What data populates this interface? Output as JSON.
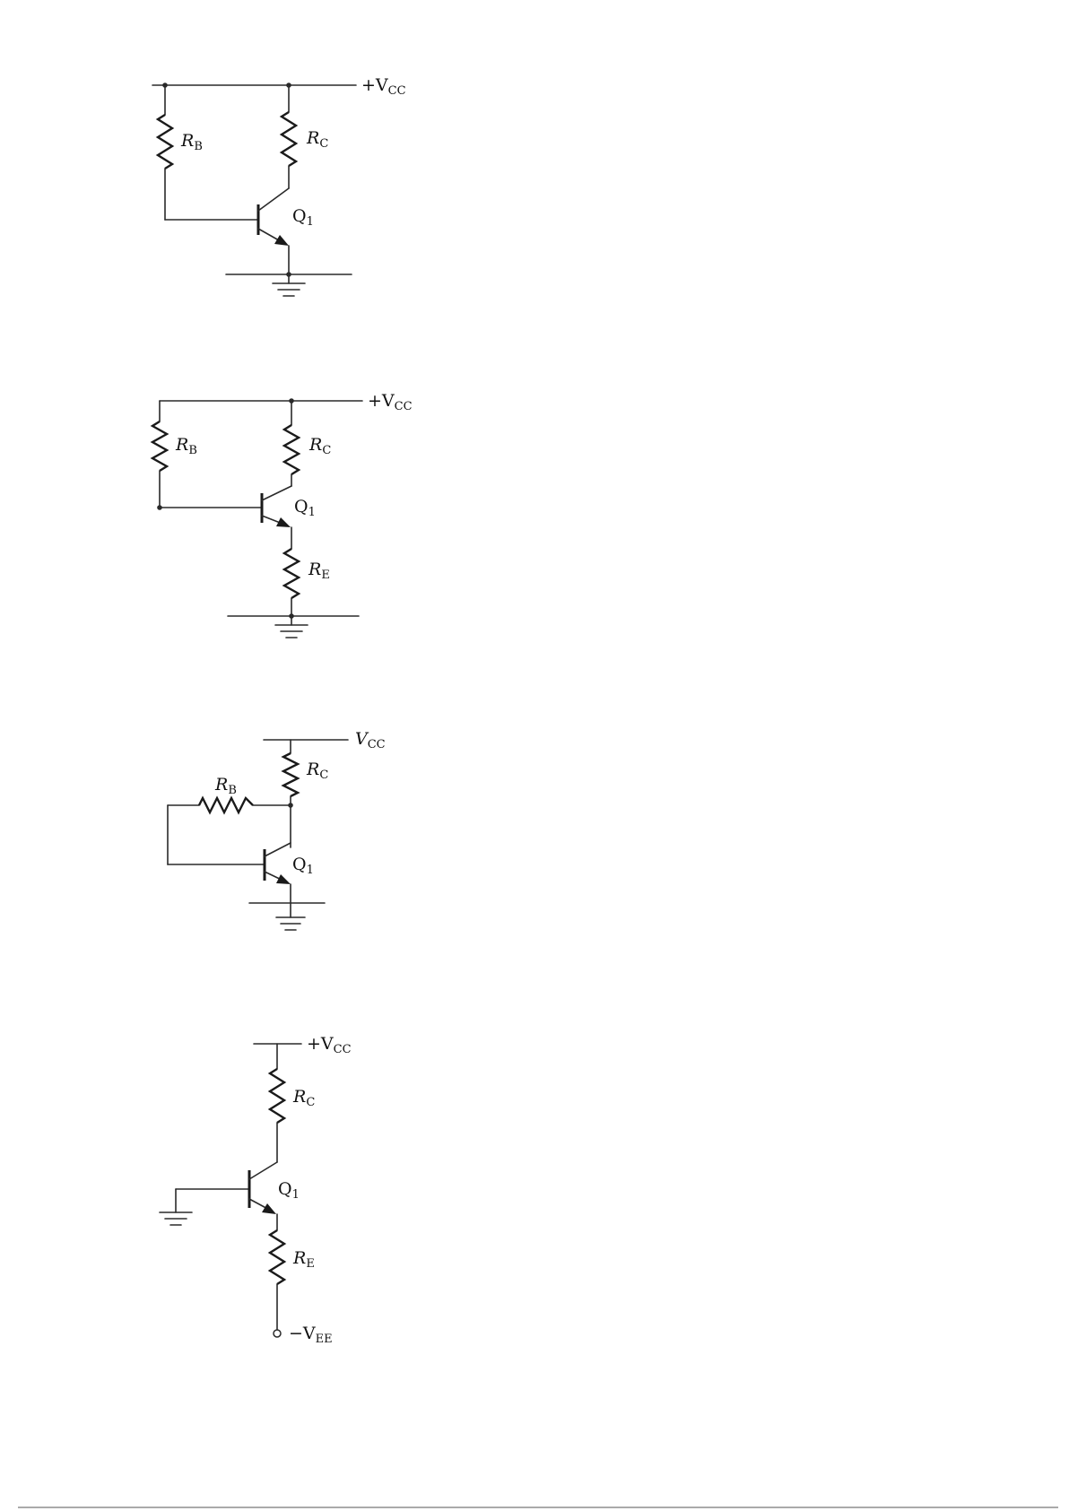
{
  "circuits": [
    {
      "id": "fixed-bias",
      "labels": {
        "supply": "+V",
        "supply_sub": "CC",
        "rb": "R",
        "rb_sub": "B",
        "rc": "R",
        "rc_sub": "C",
        "q": "Q",
        "q_sub": "1"
      }
    },
    {
      "id": "emitter-stabilized",
      "labels": {
        "supply": "+V",
        "supply_sub": "CC",
        "rb": "R",
        "rb_sub": "B",
        "rc": "R",
        "rc_sub": "C",
        "q": "Q",
        "q_sub": "1",
        "re": "R",
        "re_sub": "E"
      }
    },
    {
      "id": "collector-feedback",
      "labels": {
        "supply": "V",
        "supply_sub": "CC",
        "rb": "R",
        "rb_sub": "B",
        "rc": "R",
        "rc_sub": "C",
        "q": "Q",
        "q_sub": "1"
      }
    },
    {
      "id": "emitter-bias-dual-supply",
      "labels": {
        "supply": "+V",
        "supply_sub": "CC",
        "rc": "R",
        "rc_sub": "C",
        "q": "Q",
        "q_sub": "1",
        "re": "R",
        "re_sub": "E",
        "neg_supply": "−V",
        "neg_supply_sub": "EE"
      }
    }
  ]
}
